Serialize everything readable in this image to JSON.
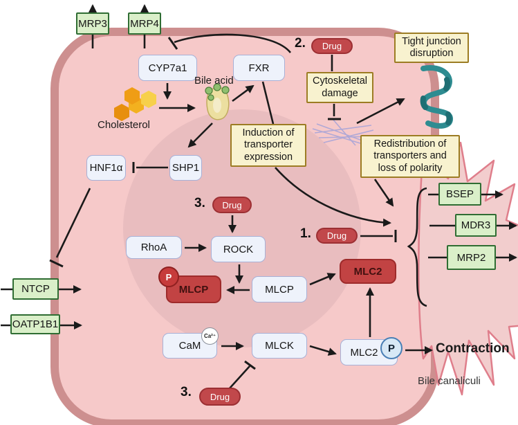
{
  "colors": {
    "membrane": "#cd8f8f",
    "cell_fill": "#f6c9c9",
    "transporter_green_fill": "#daefc9",
    "transporter_green_border": "#2f6d33",
    "node_blue_fill": "#eef2fb",
    "node_blue_border": "#a7b0d6",
    "annotation_fill": "#f8f2cf",
    "annotation_border": "#9c7c23",
    "drug_red": "#c1484b",
    "active_red": "#c24343",
    "tight_junction_teal": "#2e8c91"
  },
  "transporters": {
    "mrp3": "MRP3",
    "mrp4": "MRP4",
    "ntcp": "NTCP",
    "oatp1b1": "OATP1B1",
    "bsep": "BSEP",
    "mdr3": "MDR3",
    "mrp2": "MRP2"
  },
  "signaling": {
    "cyp7a1": "CYP7a1",
    "fxr": "FXR",
    "hnf1a": "HNF1α",
    "shp1": "SHP1",
    "rhoa": "RhoA",
    "rock": "ROCK",
    "mlcp_inactive": "MLCP",
    "mlcp": "MLCP",
    "mlc2_active": "MLC2",
    "cam": "CaM",
    "mlck": "MLCK",
    "mlc2": "MLC2",
    "phosphate": "P",
    "calcium": "Ca²⁺"
  },
  "metabolites": {
    "cholesterol": "Cholesterol",
    "bile_acid": "Bile acid"
  },
  "drug": {
    "label": "Drug",
    "step1": "1.",
    "step2": "2.",
    "step3": "3."
  },
  "annotations": {
    "tight_junction": "Tight junction disruption",
    "cytoskeletal_damage": "Cytoskeletal damage",
    "induction": "Induction of transporter expression",
    "redistribution": "Redistribution of transporters and loss of polarity",
    "contraction": "Contraction",
    "bile_canaliculi": "Bile canaliculi"
  }
}
